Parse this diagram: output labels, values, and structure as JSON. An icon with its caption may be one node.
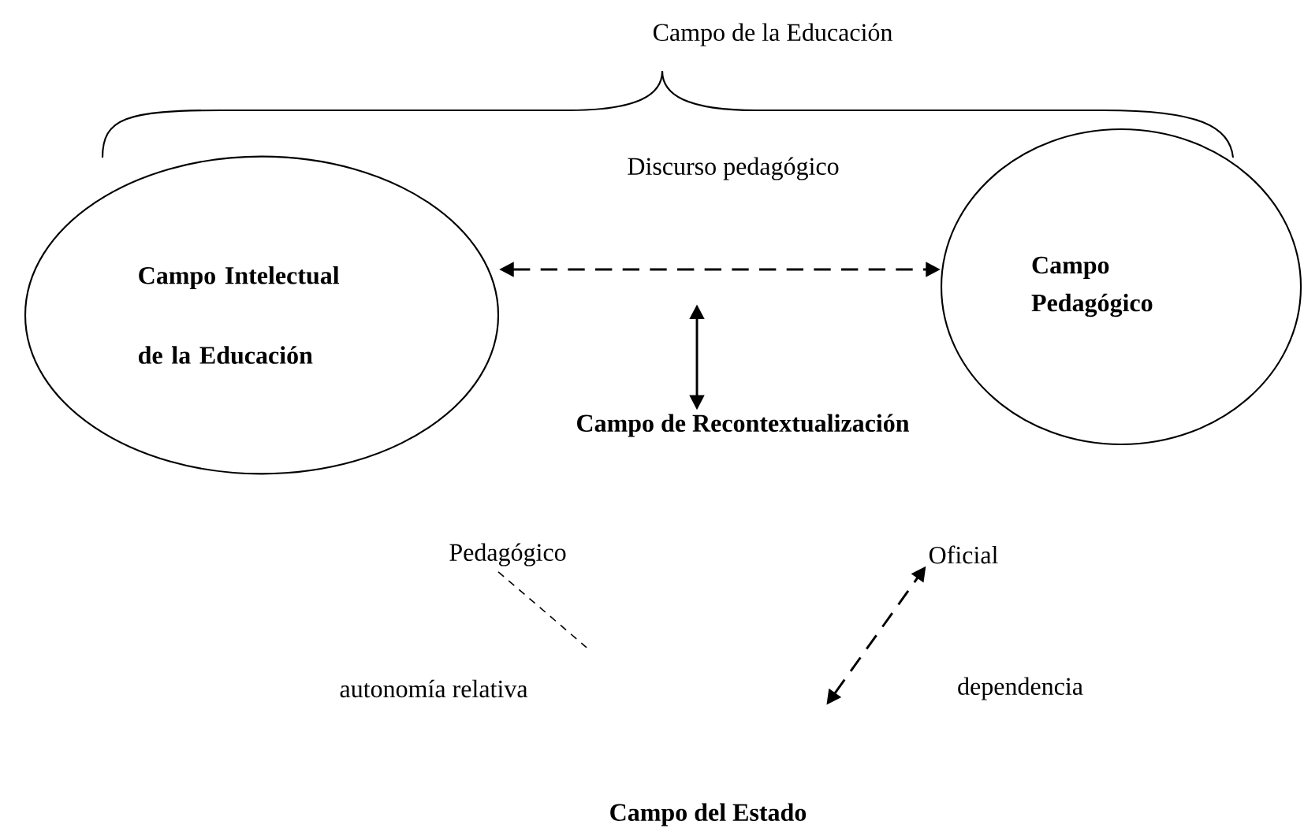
{
  "diagram": {
    "nodes": [
      {
        "text": [
          "Campo Intelectual de la Educación"
        ]
      },
      {
        "text": [
          "Campo Pedagógico"
        ]
      },
      {
        "text": [
          "Campo de   Recontextualización"
        ]
      },
      {
        "text": [
          "Pedagógico"
        ]
      },
      {
        "text": [
          "Oficial"
        ]
      },
      {
        "text": [
          "Campo del Estado"
        ]
      }
    ],
    "edges": [
      {
        "from": 0,
        "to": 1,
        "arrow": "both",
        "style": "dashed"
      },
      {
        "from": null,
        "to": 2,
        "arrow": "both"
      },
      {
        "from": 3,
        "to": null,
        "arrow": "none",
        "style": "dashed"
      },
      {
        "from": null,
        "to": 4,
        "arrow": "both",
        "style": "dashed"
      }
    ],
    "labels": [
      "Campo de la Educación",
      "Discurso pedagógico",
      "autonomía relativa",
      "dependencia"
    ]
  }
}
